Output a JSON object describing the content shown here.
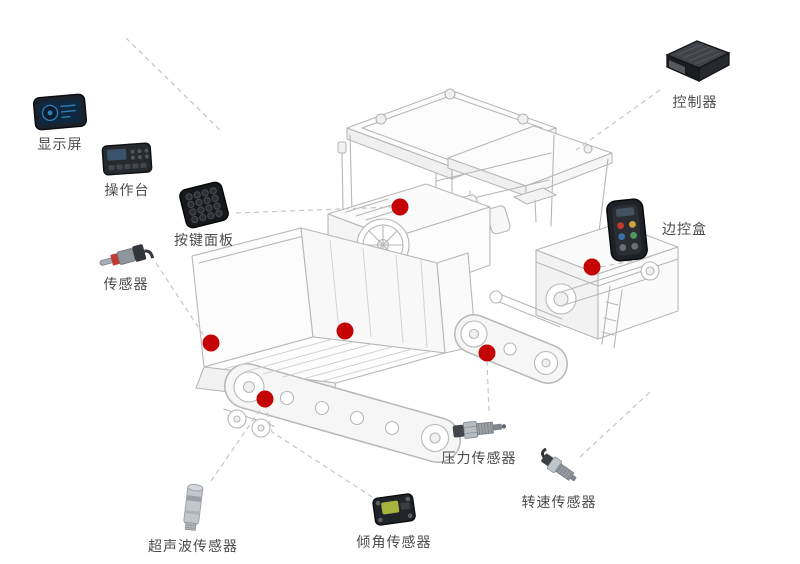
{
  "diagram": {
    "components": [
      {
        "id": "display-screen",
        "label": "显示屏"
      },
      {
        "id": "operation-console",
        "label": "操作台"
      },
      {
        "id": "keypad-panel",
        "label": "按键面板"
      },
      {
        "id": "sensor",
        "label": "传感器"
      },
      {
        "id": "controller",
        "label": "控制器"
      },
      {
        "id": "side-control-box",
        "label": "边控盒"
      },
      {
        "id": "pressure-sensor",
        "label": "压力传感器"
      },
      {
        "id": "speed-sensor",
        "label": "转速传感器"
      },
      {
        "id": "ultrasonic-sensor",
        "label": "超声波传感器"
      },
      {
        "id": "tilt-sensor",
        "label": "倾角传感器"
      }
    ],
    "marker_count": 6,
    "colors": {
      "marker": "#c40404",
      "label_text": "#4b4b4b",
      "dashed_line": "#c6c6c6",
      "machine_line": "#b7b7b7",
      "background": "#ffffff"
    }
  }
}
